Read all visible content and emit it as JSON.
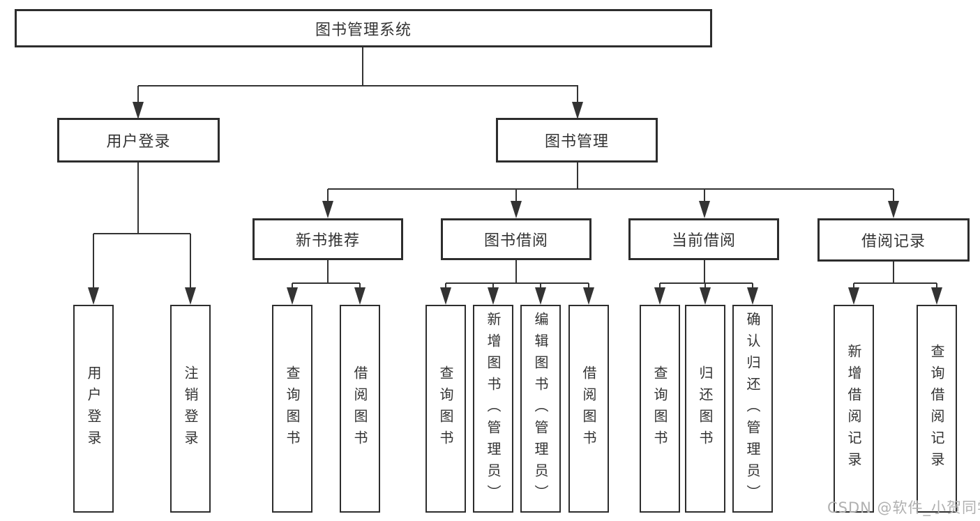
{
  "title": "图书管理系统",
  "tree": {
    "root": {
      "label": "图书管理系统"
    },
    "branches": [
      {
        "label": "用户登录",
        "children": [
          {
            "label": "用户登录"
          },
          {
            "label": "注销登录"
          }
        ]
      },
      {
        "label": "图书管理",
        "groups": [
          {
            "label": "新书推荐",
            "children": [
              {
                "label": "查询图书"
              },
              {
                "label": "借阅图书"
              }
            ]
          },
          {
            "label": "图书借阅",
            "children": [
              {
                "label": "查询图书"
              },
              {
                "label": "新增图书（管理员）"
              },
              {
                "label": "编辑图书（管理员）"
              },
              {
                "label": "借阅图书"
              }
            ]
          },
          {
            "label": "当前借阅",
            "children": [
              {
                "label": "查询图书"
              },
              {
                "label": "归还图书"
              },
              {
                "label": "确认归还（管理员）"
              }
            ]
          },
          {
            "label": "借阅记录",
            "children": [
              {
                "label": "新增借阅记录"
              },
              {
                "label": "查询借阅记录"
              }
            ]
          }
        ]
      }
    ]
  },
  "watermark": {
    "text": "CSDN @软件_小贺同学",
    "color": "#b0b0b0"
  },
  "colors": {
    "background": "#ffffff",
    "line": "#333333",
    "box_border": "#2d2d2d",
    "box_fill": "#ffffff",
    "text": "#333333"
  }
}
